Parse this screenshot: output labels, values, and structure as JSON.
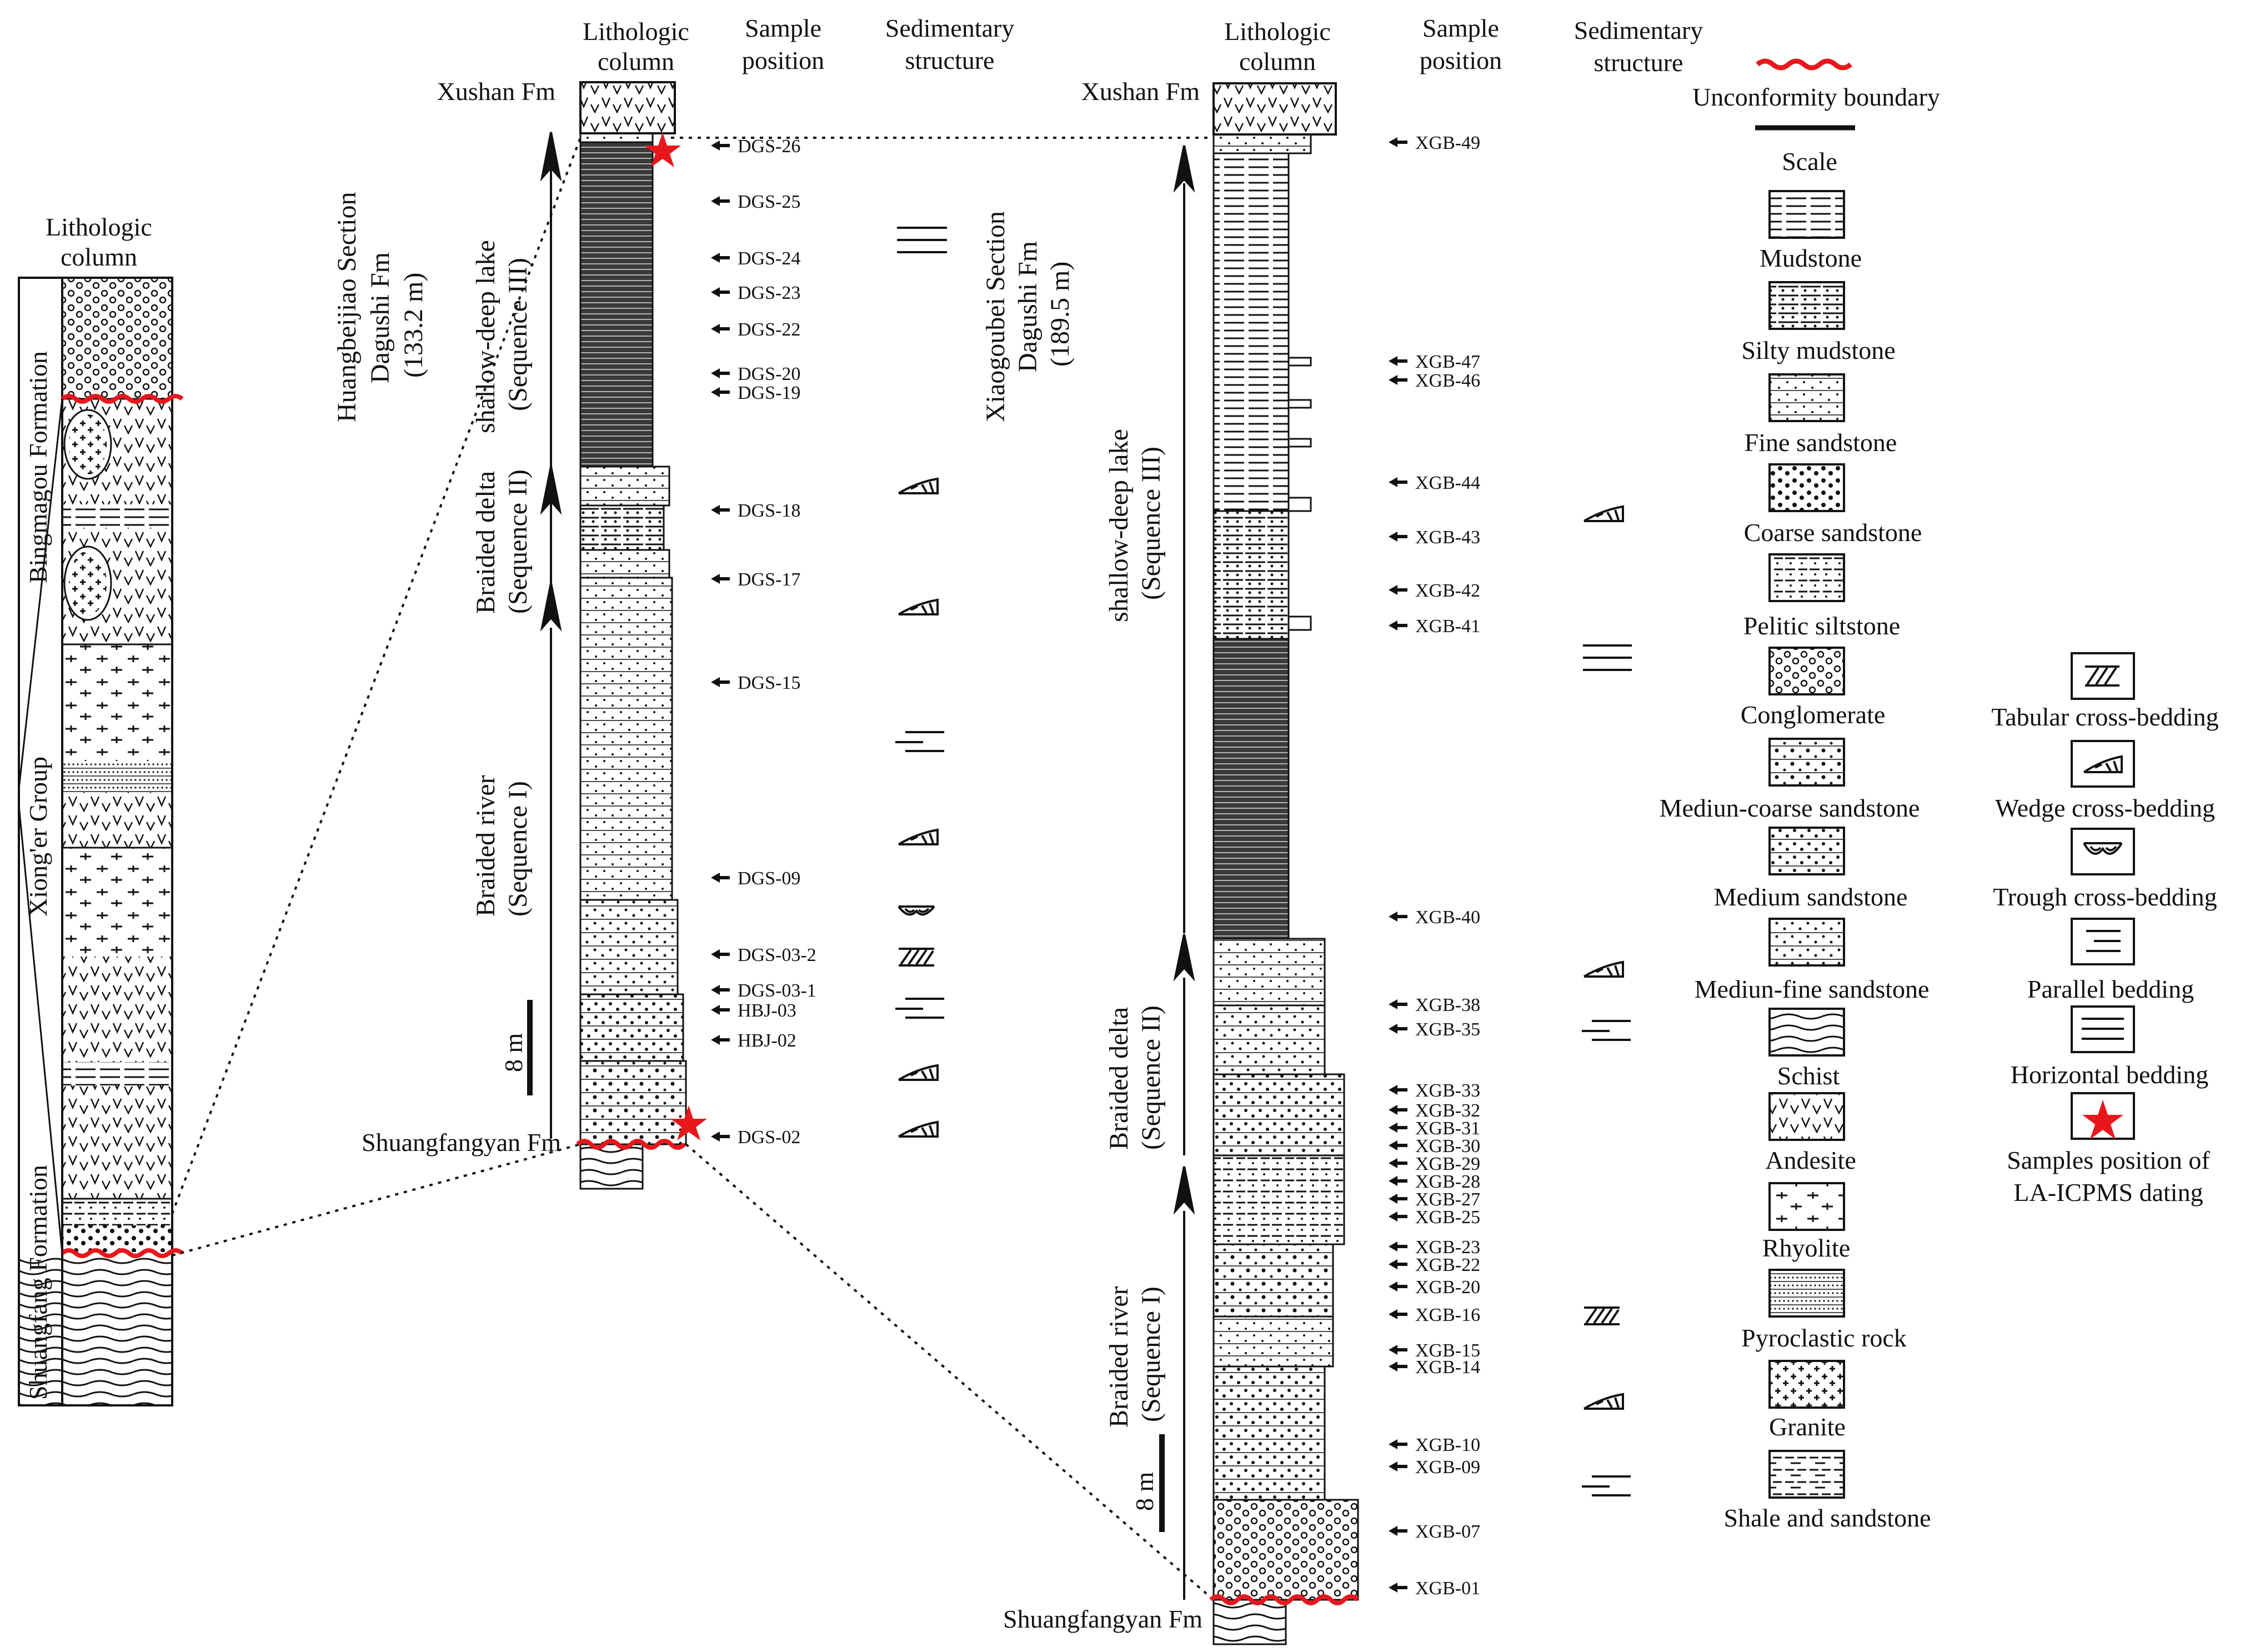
{
  "left_column": {
    "header": [
      "Lithologic",
      "column"
    ],
    "formations": [
      "Bingmagou Formation",
      "Xiong'er Group",
      "Shuangfang Formation"
    ]
  },
  "hbj": {
    "headers": {
      "lith": [
        "Lithologic",
        "column"
      ],
      "sample": [
        "Sample",
        "position"
      ],
      "sed": [
        "Sedimentary",
        "structure"
      ]
    },
    "top_fm": "Xushan Fm",
    "bottom_fm": "Shuangfangyan Fm",
    "section_title": [
      "Huangbeijiao Section",
      "Dagushi Fm",
      "(133.2 m)"
    ],
    "sequences": [
      [
        "shallow-deep lake",
        "(Sequence III)"
      ],
      [
        "Braided delta",
        "(Sequence II)"
      ],
      [
        "Braided river",
        "(Sequence I)"
      ]
    ],
    "scale_label": "8 m",
    "samples": [
      "DGS-26",
      "DGS-25",
      "DGS-24",
      "DGS-23",
      "DGS-22",
      "DGS-20",
      "DGS-19",
      "DGS-18",
      "DGS-17",
      "DGS-15",
      "DGS-09",
      "DGS-03-2",
      "DGS-03-1",
      "HBJ-03",
      "HBJ-02",
      "DGS-02"
    ]
  },
  "xgb": {
    "headers": {
      "lith": [
        "Lithologic",
        "column"
      ],
      "sample": [
        "Sample",
        "position"
      ],
      "sed": [
        "Sedimentary",
        "structure"
      ]
    },
    "top_fm": "Xushan Fm",
    "bottom_fm": "Shuangfangyan Fm",
    "section_title": [
      "Xiaogoubei Section",
      "Dagushi Fm",
      "(189.5 m)"
    ],
    "sequences": [
      [
        "shallow-deep lake",
        "(Sequence III)"
      ],
      [
        "Braided delta",
        "(Sequence II)"
      ],
      [
        "Braided river",
        "(Sequence I)"
      ]
    ],
    "scale_label": "8 m",
    "samples": [
      "XGB-49",
      "XGB-47",
      "XGB-46",
      "XGB-44",
      "XGB-43",
      "XGB-42",
      "XGB-41",
      "XGB-40",
      "XGB-38",
      "XGB-35",
      "XGB-33",
      "XGB-32",
      "XGB-31",
      "XGB-30",
      "XGB-29",
      "XGB-28",
      "XGB-27",
      "XGB-25",
      "XGB-23",
      "XGB-22",
      "XGB-20",
      "XGB-16",
      "XGB-15",
      "XGB-14",
      "XGB-10",
      "XGB-09",
      "XGB-07",
      "XGB-01"
    ]
  },
  "legend": {
    "unconformity": "Unconformity boundary",
    "scale": "Scale",
    "lithologies": [
      "Mudstone",
      "Silty mudstone",
      "Fine sandstone",
      "Coarse sandstone",
      "Pelitic  siltstone",
      "Conglomerate",
      "Mediun-coarse sandstone",
      "Medium sandstone",
      "Mediun-fine sandstone",
      "Schist",
      "Andesite",
      "Rhyolite",
      "Pyroclastic rock",
      "Granite",
      "Shale and sandstone"
    ],
    "structures": [
      "Tabular cross-bedding",
      "Wedge cross-bedding",
      "Trough cross-bedding",
      "Parallel bedding",
      "Horizontal bedding"
    ],
    "samples_position": [
      "Samples position of",
      "LA-ICPMS dating"
    ]
  },
  "colors": {
    "unconformity": "#e8171c",
    "star": "#e8171c",
    "ink": "#111111"
  }
}
